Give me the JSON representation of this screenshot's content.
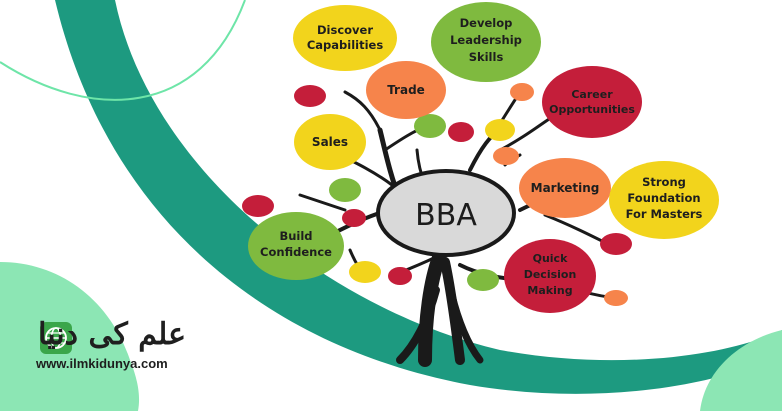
{
  "center": {
    "label": "BBA"
  },
  "nodes": [
    {
      "id": "discover",
      "lines": [
        "Discover",
        "Capabilities"
      ]
    },
    {
      "id": "develop",
      "lines": [
        "Develop",
        "Leadership",
        "Skills"
      ]
    },
    {
      "id": "trade",
      "lines": [
        "Trade"
      ]
    },
    {
      "id": "career",
      "lines": [
        "Career",
        "Opportunities"
      ]
    },
    {
      "id": "sales",
      "lines": [
        "Sales"
      ]
    },
    {
      "id": "marketing",
      "lines": [
        "Marketing"
      ]
    },
    {
      "id": "strong",
      "lines": [
        "Strong",
        "Foundation",
        "For Masters"
      ]
    },
    {
      "id": "build",
      "lines": [
        "Build",
        "Confidence"
      ]
    },
    {
      "id": "quick",
      "lines": [
        "Quick",
        "Decision",
        "Making"
      ]
    }
  ],
  "colors": {
    "teal": "#1d9a80",
    "mint": "#8ce6b4",
    "green_bubble": "#7fba3f",
    "orange_bubble": "#f6844b",
    "red_bubble": "#c41e3a",
    "yellow_bubble": "#f2d41c",
    "trunk": "#1a1a1a",
    "center_fill": "#d9d9d9"
  },
  "brand": {
    "logo_text": "علم کی دنیا",
    "url": "www.ilmkidunya.com"
  }
}
